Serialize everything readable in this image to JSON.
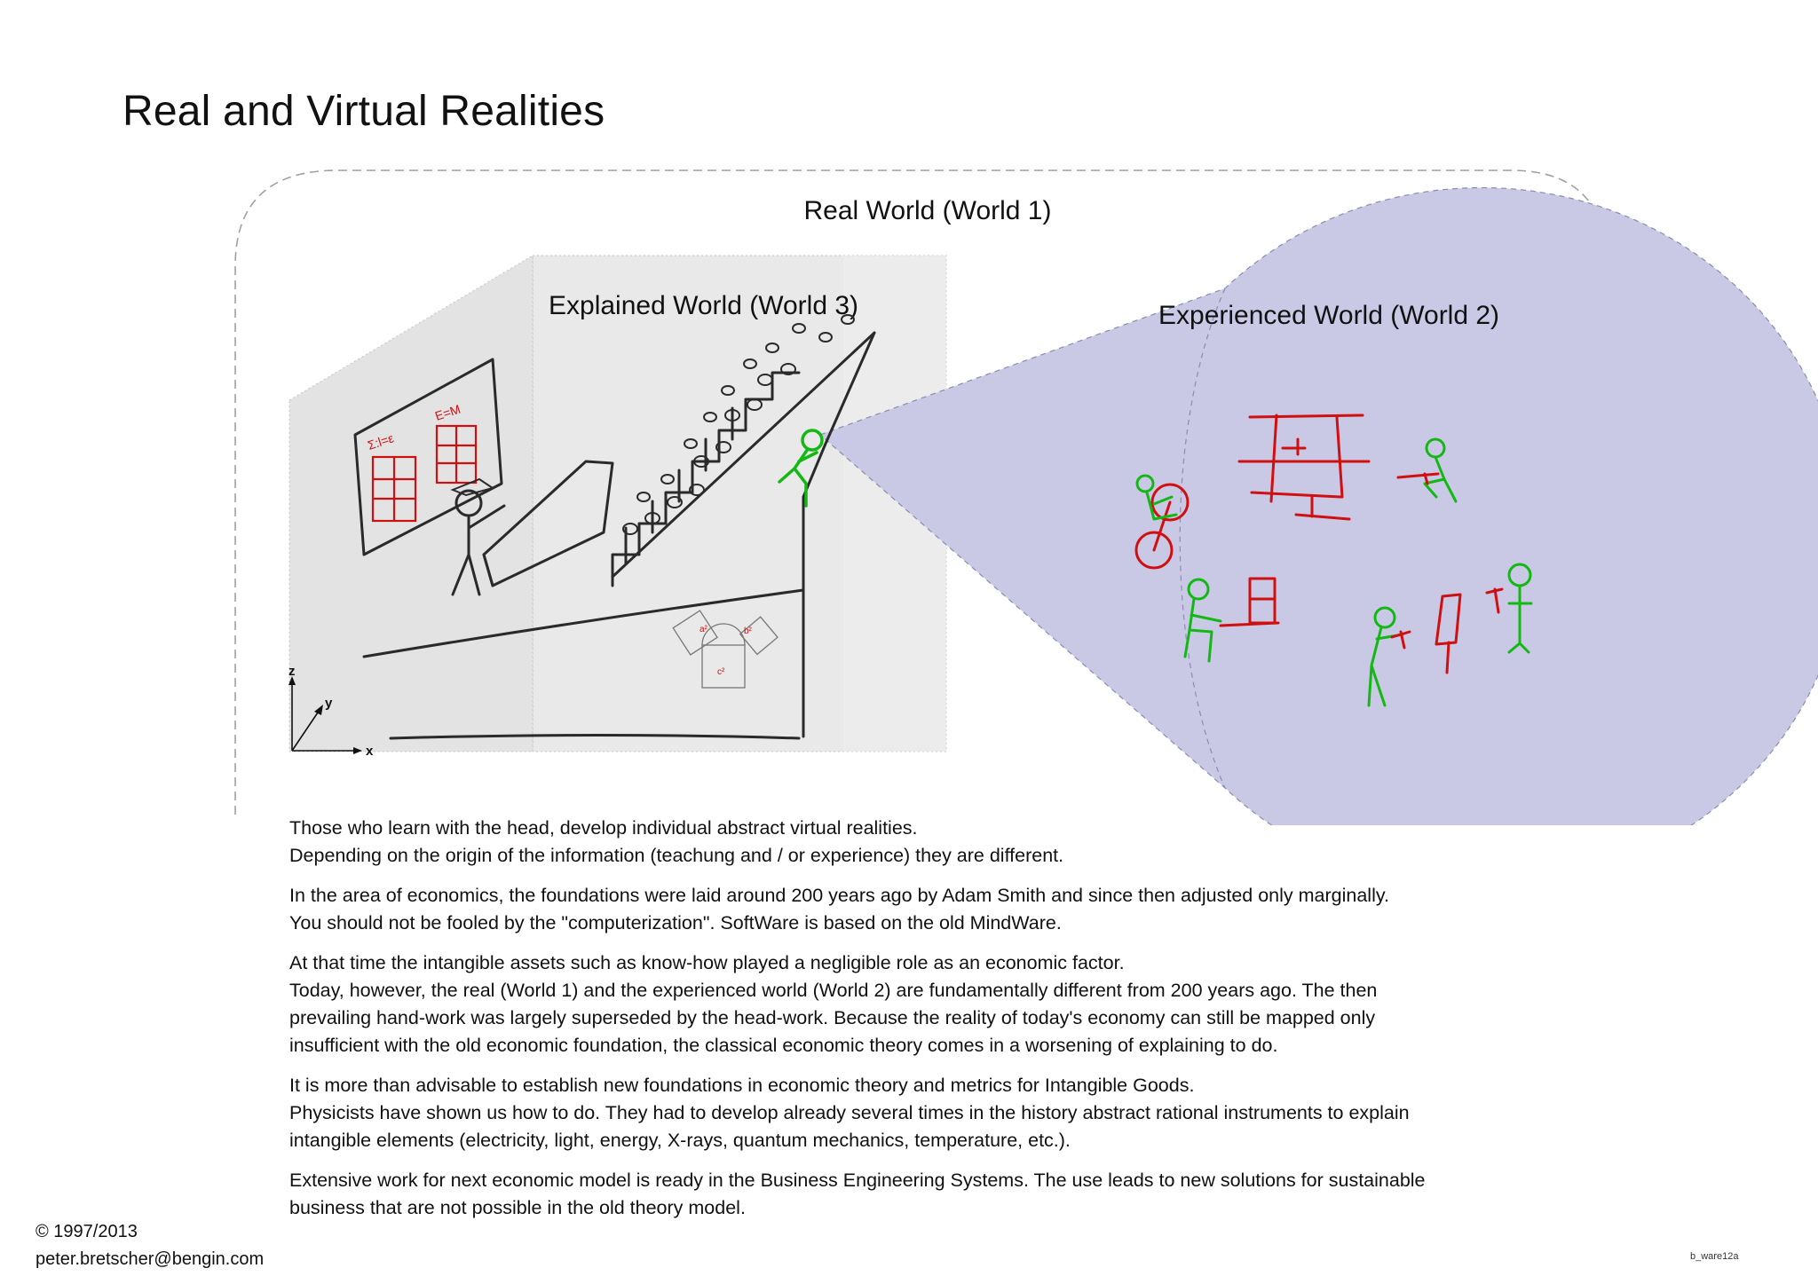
{
  "title": "Real and Virtual Realities",
  "diagram": {
    "real_world": "Real World (World 1)",
    "explained_world": "Explained World (World 3)",
    "experienced_world": "Experienced World (World 2)",
    "axes": {
      "z": "z",
      "y": "y",
      "x": "x"
    },
    "pythagoras": {
      "a": "a²",
      "b": "b²",
      "c": "c²"
    },
    "board_formulas": [
      "Σ:l=ε",
      "E=M"
    ],
    "colors": {
      "sketch": "#2a2a2a",
      "teacher_red": "#d01010",
      "person_green": "#14b814",
      "experienced_fill": "#c9c9e6",
      "explained_fill": "#efefef",
      "dashed_border": "#9a9a9a"
    }
  },
  "paragraphs": [
    [
      "Those who learn with the head, develop individual abstract virtual realities.",
      "Depending on the origin of the information (teachung and / or experience) they are different."
    ],
    [
      "In the area of economics, the foundations were laid around 200 years ago by Adam Smith and since then adjusted only marginally.",
      "You should not be fooled by the \"computerization\". SoftWare is based on the old MindWare."
    ],
    [
      "At that time the intangible assets such as know-how played a negligible role as an economic factor.",
      "Today, however, the real (World 1) and the experienced world (World 2) are fundamentally different from 200 years ago. The then",
      "prevailing hand-work was largely superseded by the head-work. Because the reality of today's economy can still be mapped only",
      "insufficient with the old economic foundation, the classical economic theory comes in a worsening of explaining to do."
    ],
    [
      "It is more than advisable to establish new foundations in economic theory and metrics for Intangible Goods.",
      "Physicists have shown us how to do. They had to develop already several times in the history abstract rational instruments to explain",
      "intangible elements (electricity, light, energy, X-rays, quantum mechanics, temperature, etc.)."
    ],
    [
      "Extensive work for next economic model is ready in the Business Engineering Systems. The use leads to new solutions for sustainable",
      "business that are not possible in the old theory model."
    ]
  ],
  "footer": {
    "copyright": "© 1997/2013",
    "email": "peter.bretscher@bengin.com",
    "code": "b_ware12a"
  }
}
